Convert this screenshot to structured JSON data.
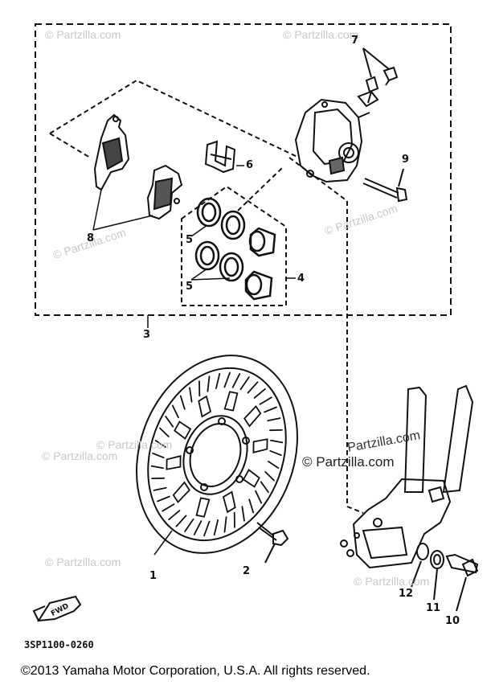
{
  "callouts": {
    "c1": "1",
    "c2": "2",
    "c3": "3",
    "c4": "4",
    "c5a": "5",
    "c5b": "5",
    "c6": "6",
    "c7": "7",
    "c8": "8",
    "c9": "9",
    "c10": "10",
    "c11": "11",
    "c12": "12"
  },
  "fwd_marker": "FWD",
  "diagram_code": "3SP1100-0260",
  "watermarks": {
    "faint": "© Partzilla.com",
    "dark_1": "© Partzilla.com",
    "dark_2": "Partzilla.com"
  },
  "copyright": "©2013 Yamaha Motor Corporation, U.S.A. All rights reserved.",
  "colors": {
    "line": "#111111",
    "watermark": "#c8c8c8",
    "background": "#ffffff"
  }
}
